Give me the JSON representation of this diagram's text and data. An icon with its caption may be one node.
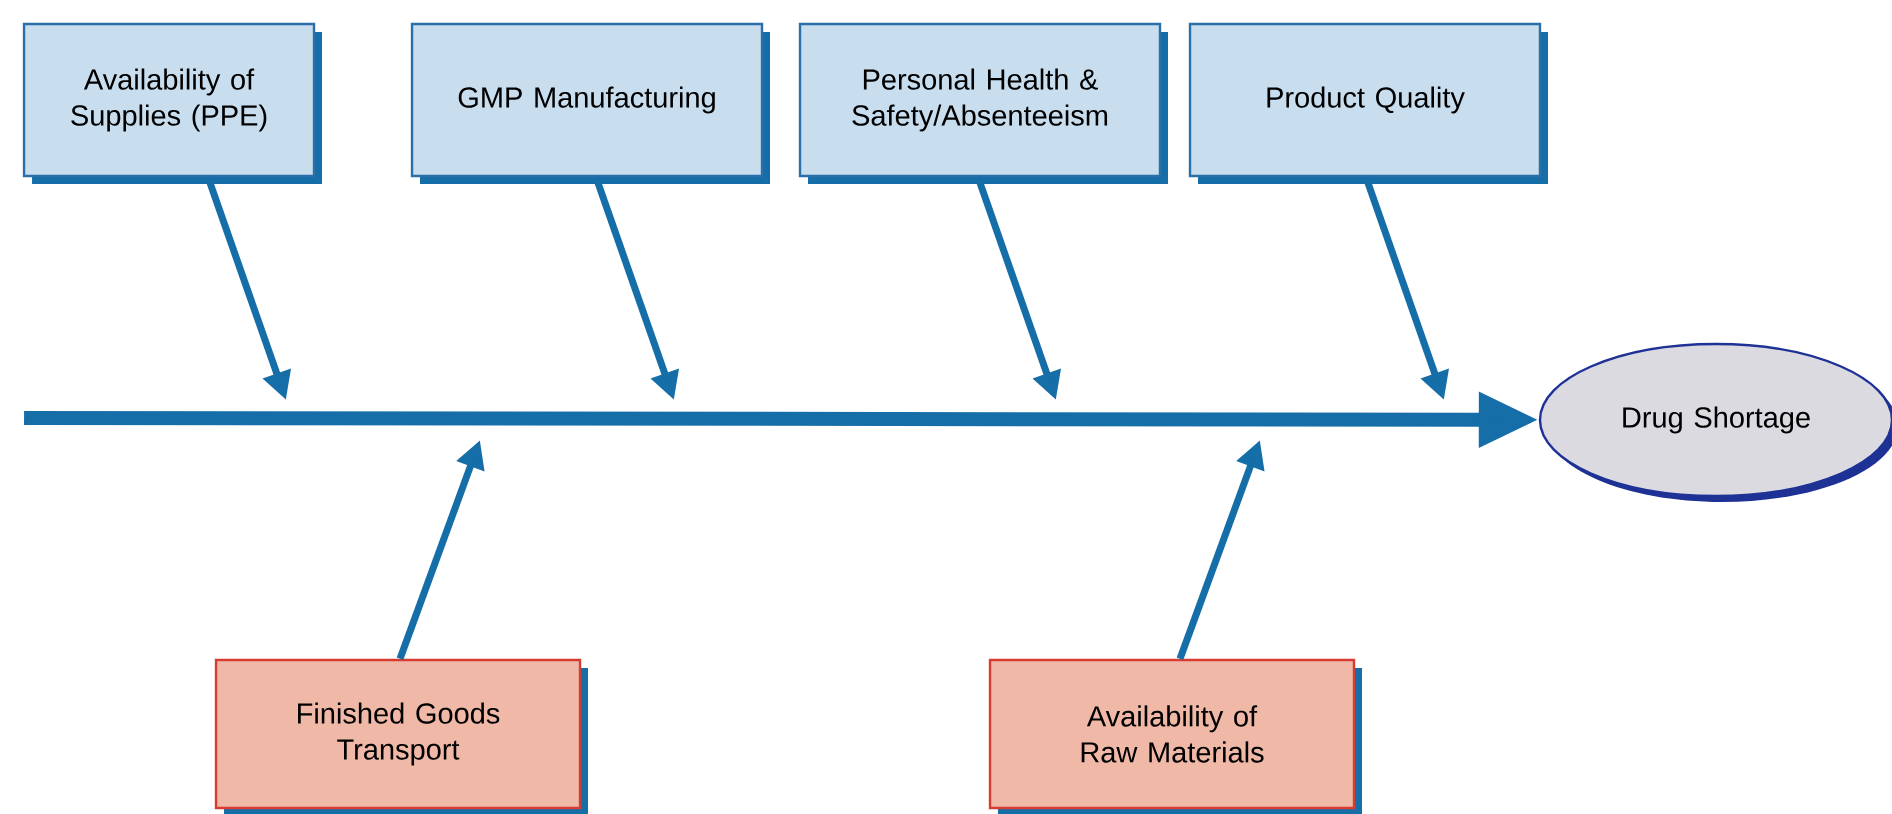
{
  "diagram": {
    "nodes": [
      {
        "text": [
          "Availability of Supplies (PPE)"
        ]
      },
      {
        "text": [
          "GMP Manufacturing"
        ]
      },
      {
        "text": [
          "Personal Health & Safety/Absenteeism"
        ]
      },
      {
        "text": [
          "Product Quality"
        ]
      },
      {
        "text": [
          "Finished Goods Transport"
        ]
      },
      {
        "text": [
          "Availability of Raw Materials"
        ]
      },
      {
        "text": [
          "Drug Shortage"
        ]
      }
    ],
    "edges": [
      {
        "from": 0,
        "to": null,
        "arrow": "to"
      },
      {
        "from": 1,
        "to": null,
        "arrow": "to"
      },
      {
        "from": 2,
        "to": null,
        "arrow": "to"
      },
      {
        "from": 3,
        "to": null,
        "arrow": "to"
      },
      {
        "from": 4,
        "to": null,
        "arrow": "to"
      },
      {
        "from": 5,
        "to": null,
        "arrow": "to"
      },
      {
        "from": null,
        "to": 6,
        "arrow": "to",
        "style": "thick"
      }
    ]
  }
}
